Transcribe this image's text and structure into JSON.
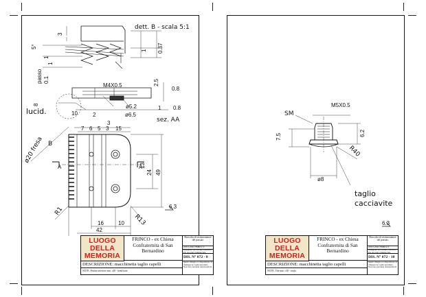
{
  "left_sheet": {
    "detail_note": "dett. B - scala 5:1",
    "dims": {
      "d3_top": "3",
      "d5deg": "5°",
      "d1_a": "1",
      "d1_b": "1",
      "d037": "0.37",
      "passo": "passo",
      "d1_c": "1",
      "d01": "0.1",
      "m4": "M4X0.5",
      "d25": "2.5",
      "d08_a": "0.8",
      "d8": "8",
      "d10": "10",
      "d2": "2",
      "d52": "ø5.2",
      "d65": "ø6.5",
      "d1_d": "1",
      "d08_b": "0.8",
      "sez": "sez. AA",
      "lucid": "lucid.",
      "fresa": "ø20 fresa",
      "b": "B",
      "d7": "7",
      "d6": "6",
      "d5": "5",
      "d3": "3",
      "d15": "15",
      "d3b": "3",
      "a_left": "A",
      "a_right": "A",
      "d13": "13",
      "d24": "24",
      "d49": "49",
      "r1": "R1",
      "r13": "R13",
      "d16": "16",
      "d10b": "10",
      "d42": "42",
      "rough": "6.3"
    }
  },
  "right_sheet": {
    "dims": {
      "sm": "SM",
      "m5": "M5X0.5",
      "d75": "7.5",
      "d62": "6.2",
      "r40": "R40",
      "d8": "ø8",
      "note1": "taglio",
      "note2": "cacciavite",
      "rough": "6.3"
    }
  },
  "title_block_left": {
    "logo": [
      "LUOGO",
      "DELLA",
      "MEMORIA"
    ],
    "title": "FRINCO - ex Chiesa Confraternita di San Bernardino",
    "c1": "Raccolta di testimonianze del passato",
    "date_scale": "20.01.2021 Scala 1:1",
    "designer": "Disegnato da Carlino Francesco Per uso non commerciale",
    "dis_no": "DIS. N° 072 - 8",
    "desc": "DESCRIZIONE: macchinetta taglio capelli",
    "note": "NOTE: Pettine inferiore     mat. c40 - bonificato",
    "warn": "Questo disegno è a disposizione di chiunque ne voglia riprodurre. Non sono necessari autorizzazioni"
  },
  "title_block_right": {
    "logo": [
      "LUOGO",
      "DELLA",
      "MEMORIA"
    ],
    "title": "FRINCO - ex Chiesa Confraternita di San Bernardino",
    "c1": "Raccolta di testimonianze del passato",
    "date_scale": "20.01.2021 Scala 2:1",
    "designer": "Disegnato da Carlino Francesco Per uso non commerciale",
    "dis_no": "DIS. N° 072 - 10",
    "desc": "DESCRIZIONE: macchinetta taglio capelli",
    "note": "NOTE: Vite     mat. c40 - crudo",
    "warn": "Questo disegno è a disposizione di chiunque ne voglia riprodurre. Non sono necessari autorizzazioni"
  }
}
